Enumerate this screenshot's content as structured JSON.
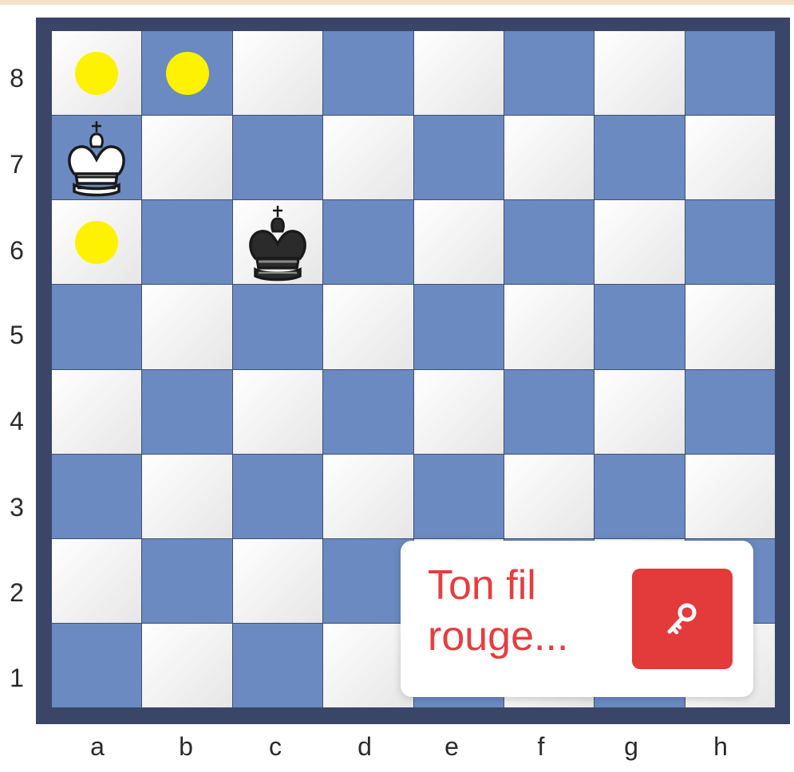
{
  "board": {
    "ranks": [
      "8",
      "7",
      "6",
      "5",
      "4",
      "3",
      "2",
      "1"
    ],
    "files": [
      "a",
      "b",
      "c",
      "d",
      "e",
      "f",
      "g",
      "h"
    ],
    "pieces": [
      {
        "square": "a7",
        "piece": "white-king"
      },
      {
        "square": "c6",
        "piece": "black-king"
      }
    ],
    "markers": [
      "a8",
      "b8",
      "a6"
    ],
    "colors": {
      "light": "#f4f4f4",
      "dark": "#6a8ac1",
      "frame": "#3a4668",
      "marker": "#fff200"
    }
  },
  "hint": {
    "text": "Ton fil rouge...",
    "icon": "key-icon",
    "accent": "#e33a3b"
  }
}
